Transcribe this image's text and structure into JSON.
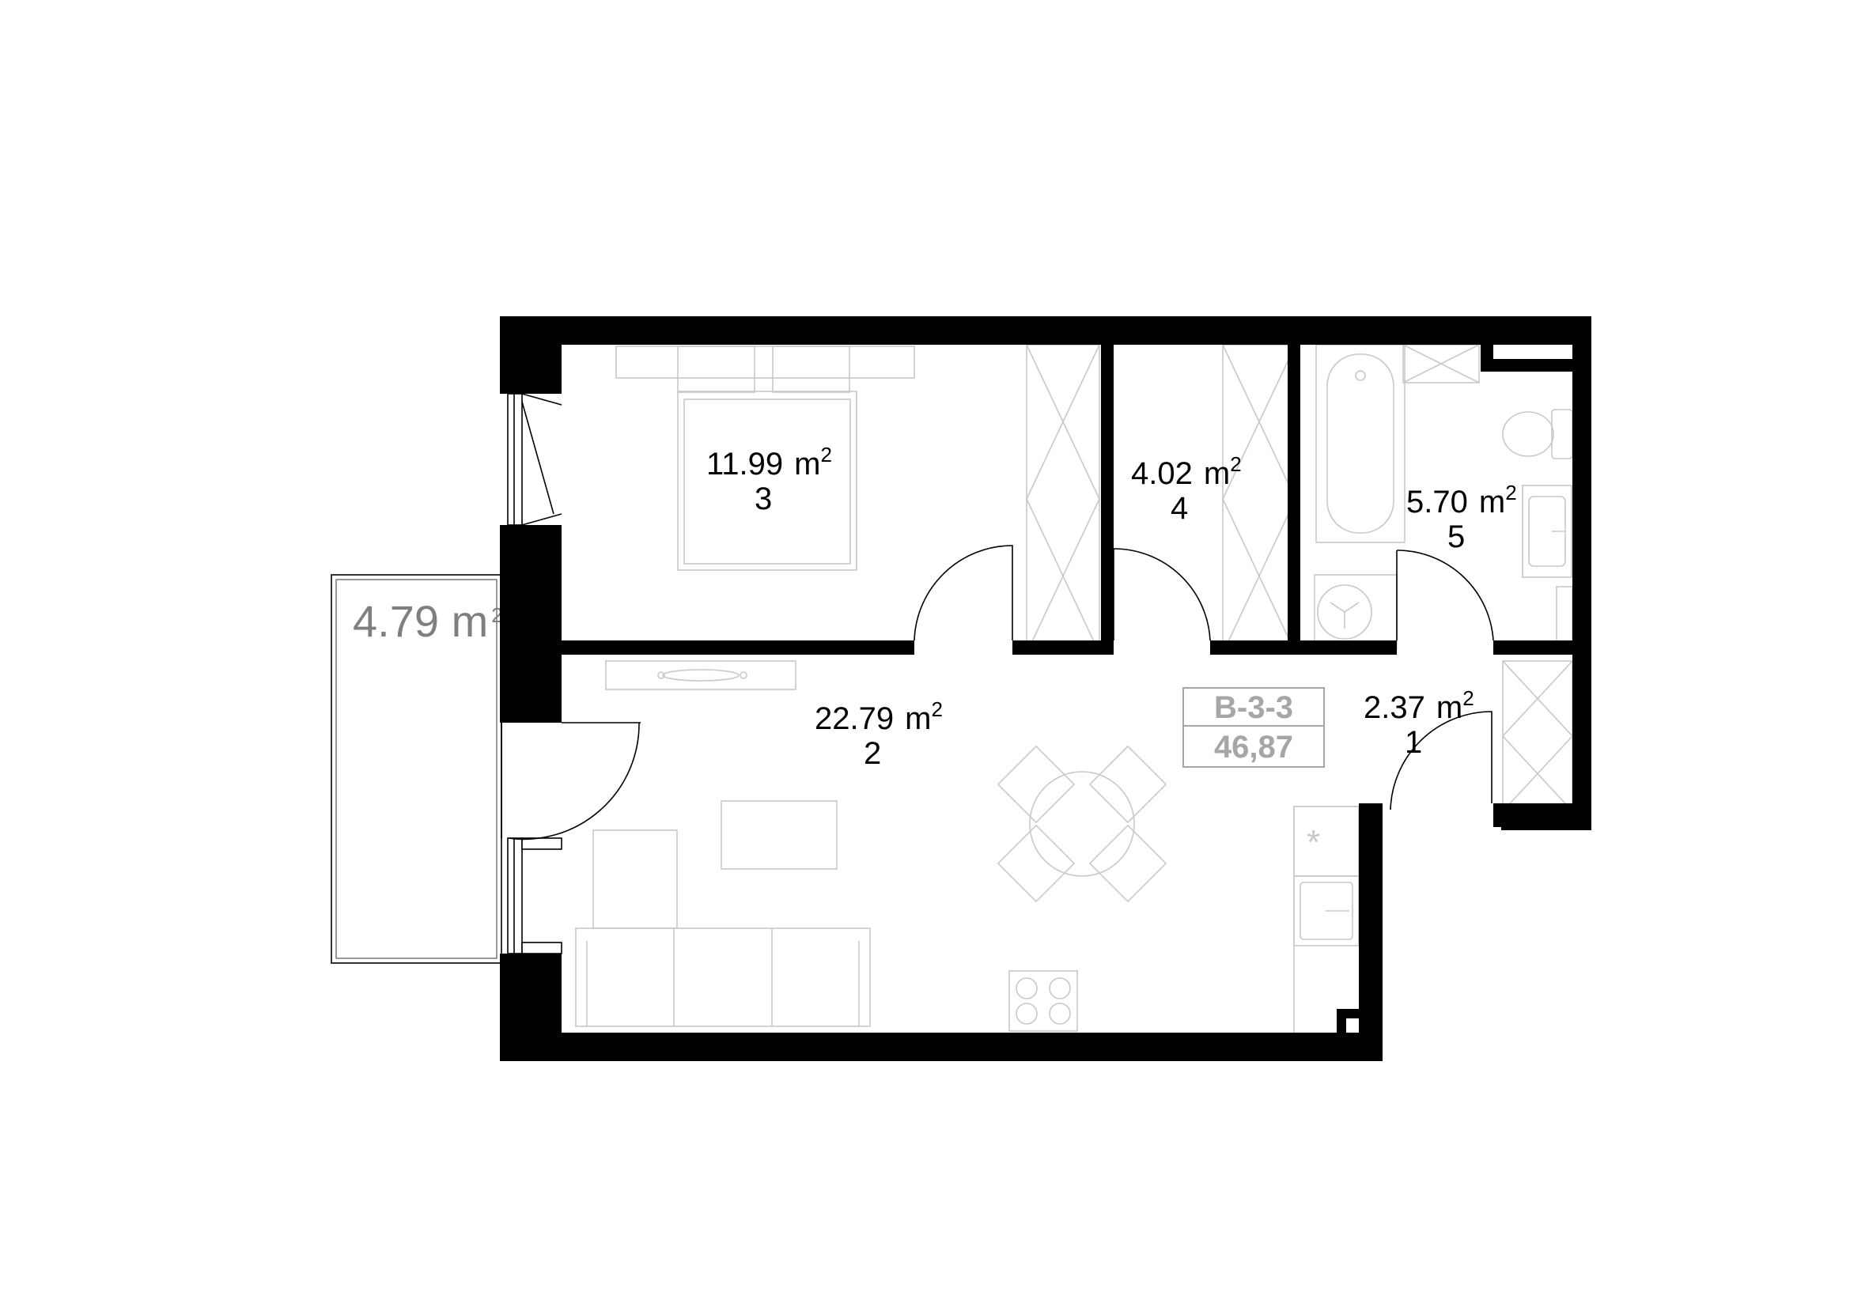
{
  "plan": {
    "rooms": [
      {
        "id": "3",
        "area": "11.99",
        "unit": "m",
        "sup": "2",
        "number": "3"
      },
      {
        "id": "4",
        "area": "4.02",
        "unit": "m",
        "sup": "2",
        "number": "4"
      },
      {
        "id": "5",
        "area": "5.70",
        "unit": "m",
        "sup": "2",
        "number": "5"
      },
      {
        "id": "2",
        "area": "22.79",
        "unit": "m",
        "sup": "2",
        "number": "2"
      },
      {
        "id": "1",
        "area": "2.37",
        "unit": "m",
        "sup": "2",
        "number": "1"
      }
    ],
    "balcony": {
      "area": "4.79",
      "unit": "m",
      "sup": "2"
    },
    "apartment_tag": {
      "code": "B-3-3",
      "total_area": "46,87"
    },
    "colors": {
      "wall": "#000000",
      "furniture": "#c8c8c8",
      "tag": "#a6a6a6",
      "balcony_text": "#7f7f7f"
    }
  }
}
